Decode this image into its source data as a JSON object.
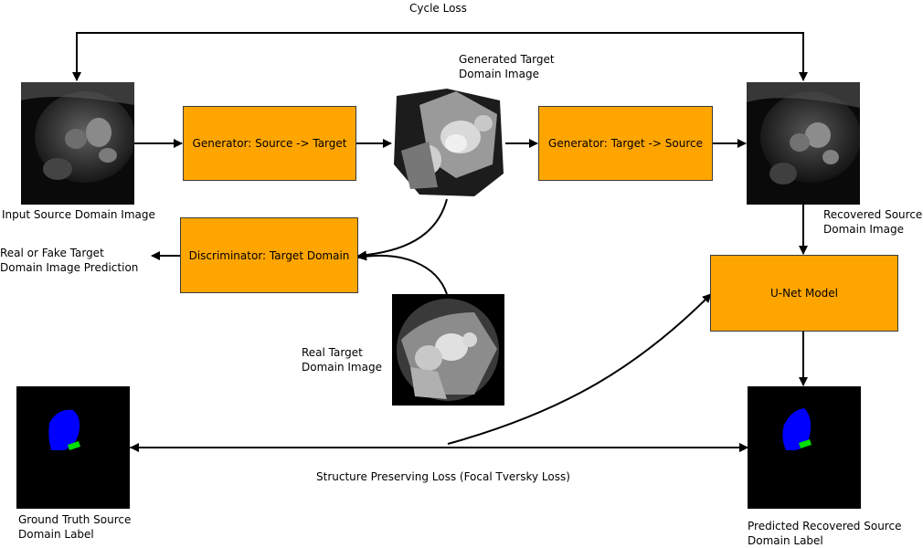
{
  "labels": {
    "cycle_loss": "Cycle Loss",
    "generated_target": "Generated Target\nDomain Image",
    "input_source": "Input Source Domain Image",
    "recovered_source": "Recovered Source\nDomain Image",
    "real_or_fake": "Real or Fake Target\nDomain Image Prediction",
    "real_target": "Real Target\nDomain Image",
    "structure_loss": "Structure Preserving Loss (Focal Tversky Loss)",
    "ground_truth": "Ground Truth Source\nDomain Label",
    "predicted_label": "Predicted Recovered Source\nDomain Label"
  },
  "boxes": {
    "gen_s2t": "Generator: Source -> Target",
    "gen_t2s": "Generator: Target -> Source",
    "discriminator": "Discriminator: Target Domain",
    "unet": "U-Net Model"
  },
  "colors": {
    "box_fill": "#FFA500",
    "label_blue": "#0000FF",
    "label_green": "#00DD00"
  },
  "images": {
    "input_source": "cardiac-mri-source-image",
    "generated_target": "cardiac-ct-generated-image",
    "recovered_source": "cardiac-mri-recovered-image",
    "real_target": "cardiac-ct-real-image",
    "ground_truth": "segmentation-label-image",
    "predicted_label": "segmentation-label-image"
  }
}
